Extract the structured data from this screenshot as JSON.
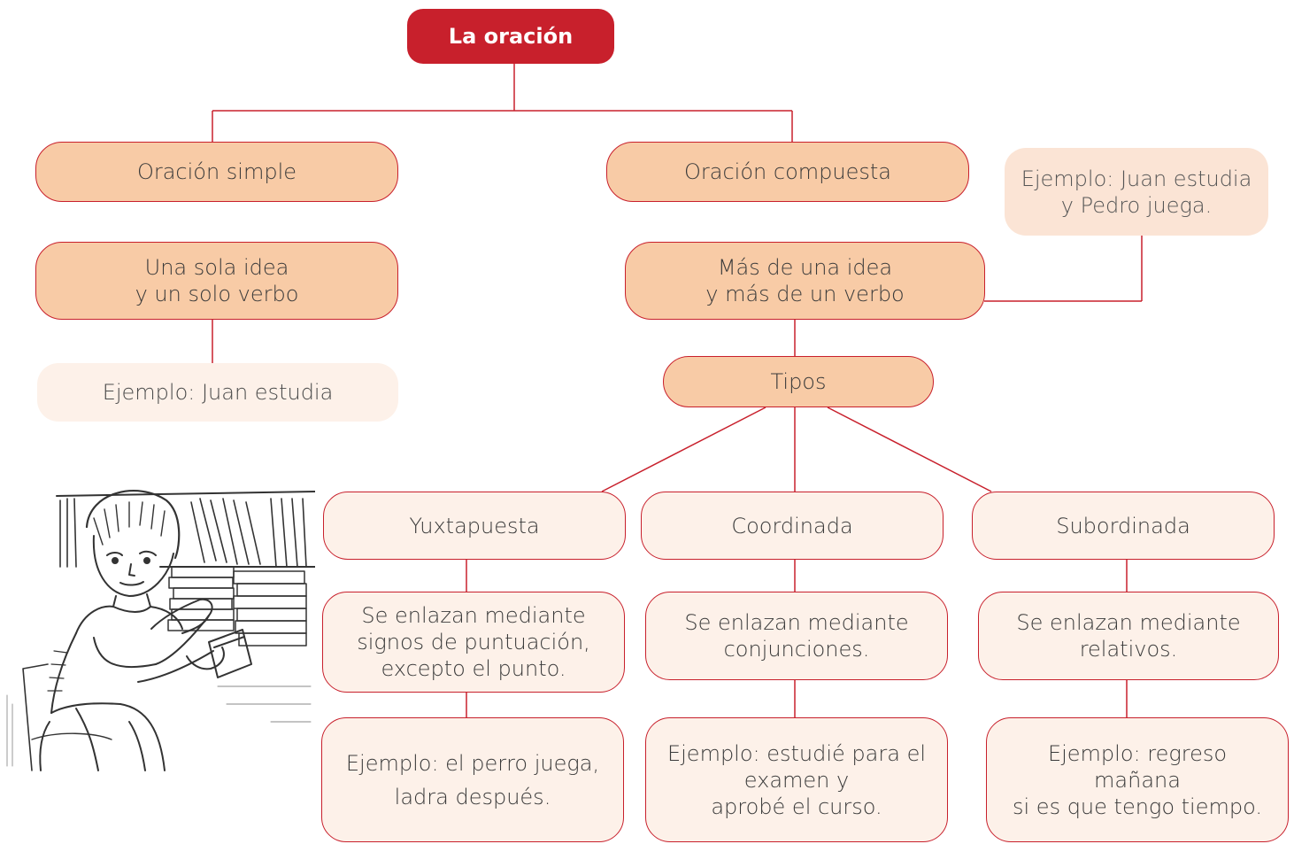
{
  "root": {
    "label": "La oración"
  },
  "simple": {
    "title": "Oración simple",
    "definition": "Una sola idea\ny un solo verbo",
    "example": "Ejemplo: Juan estudia"
  },
  "compuesta": {
    "title": "Oración compuesta",
    "definition": "Más de una idea\ny más de un verbo",
    "example": "Ejemplo: Juan estudia\ny Pedro juega.",
    "types_label": "Tipos"
  },
  "types": [
    {
      "title": "Yuxtapuesta",
      "definition": "Se enlazan mediante\nsignos de puntuación,\nexcepto el punto.",
      "example": "Ejemplo: el perro juega,\nladra después."
    },
    {
      "title": "Coordinada",
      "definition": "Se enlazan mediante\nconjunciones.",
      "example": "Ejemplo: estudié para el\nexamen y\naprobé el curso."
    },
    {
      "title": "Subordinada",
      "definition": "Se enlazan mediante\nrelativos.",
      "example": "Ejemplo: regreso\nmañana\nsi es que tengo tiempo."
    }
  ],
  "colors": {
    "accent": "#c8202c",
    "node_fill": "#f8cba6",
    "light_fill": "#fdf1e9"
  },
  "illustration": {
    "icon": "boy-reading-with-books-icon"
  }
}
